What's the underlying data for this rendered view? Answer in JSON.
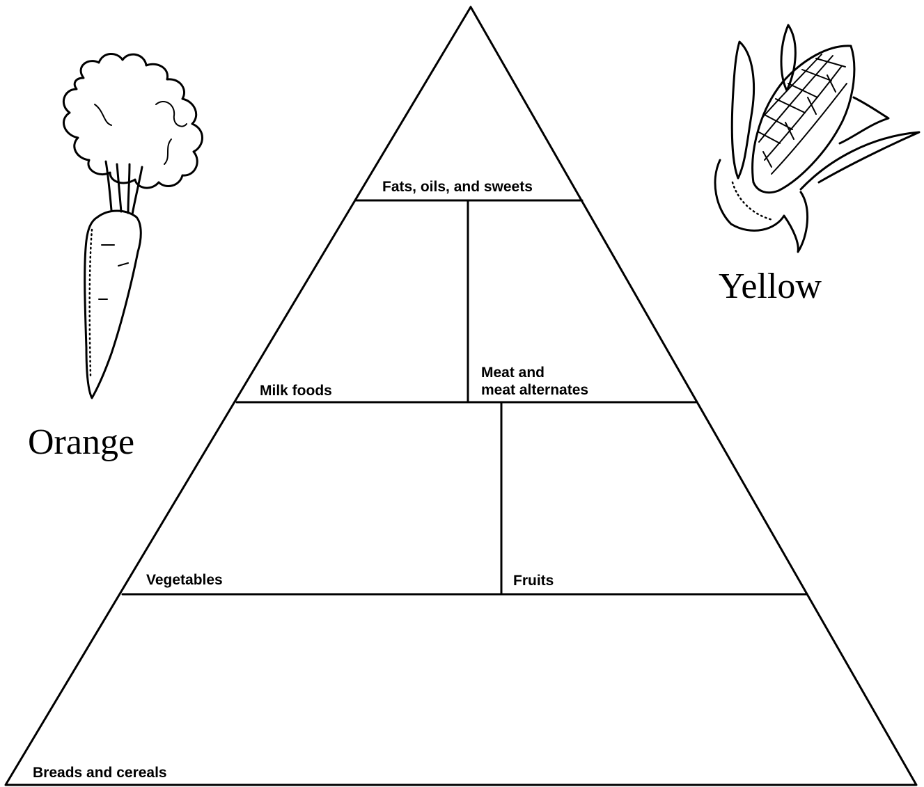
{
  "pyramid": {
    "sections": {
      "fats": "Fats, oils, and sweets",
      "milk": "Milk foods",
      "meat_line1": "Meat and",
      "meat_line2": "meat alternates",
      "vegetables": "Vegetables",
      "fruits": "Fruits",
      "breads": "Breads and cereals"
    }
  },
  "captions": {
    "carrot": "Orange",
    "corn": "Yellow"
  },
  "illustrations": {
    "carrot": "carrot-illustration",
    "corn": "corn-illustration"
  }
}
